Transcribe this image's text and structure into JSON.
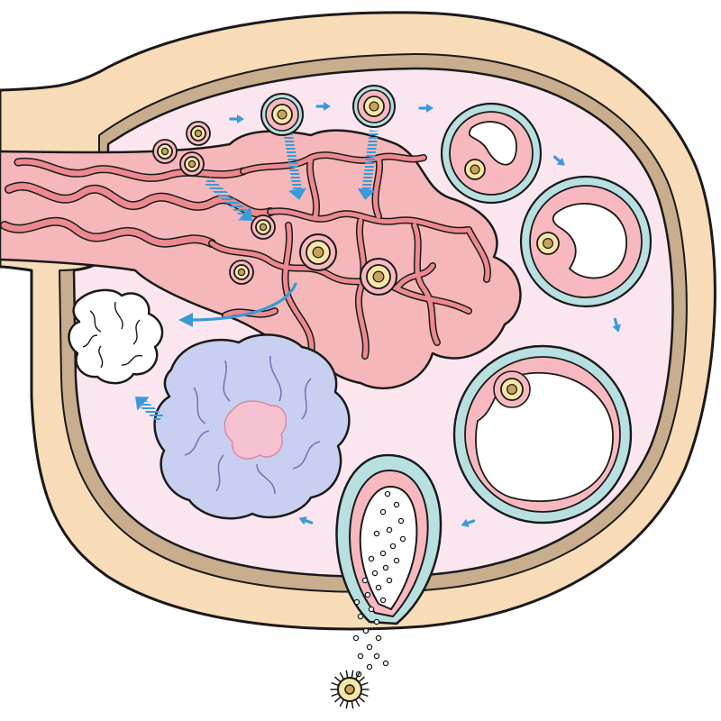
{
  "diagram": {
    "title": "",
    "palette": {
      "tunica": "#f8dcb8",
      "tunica_inner": "#c9ad8f",
      "cortex": "#fbe6ef",
      "medulla": "#f5b7b9",
      "vessel": "#ec8a8f",
      "vessel_light": "#f6b3b5",
      "follicle_theca": "#b9e0e0",
      "follicle_granulosa": "#f7b9bf",
      "oocyte": "#f8e6a8",
      "oocyte_nucleus": "#c9a35a",
      "antrum": "#ffffff",
      "corpus_luteum": "#c9cff0",
      "corpus_luteum_core": "#f6c2d2",
      "corpus_albicans": "#ffffff",
      "arrow": "#3a9ad9"
    },
    "regions": [
      {
        "id": "tunica-albuginea"
      },
      {
        "id": "cortex"
      },
      {
        "id": "medulla"
      },
      {
        "id": "hilum-vessels"
      }
    ],
    "stages": [
      {
        "id": "primordial-follicles"
      },
      {
        "id": "primary-follicle"
      },
      {
        "id": "secondary-follicle"
      },
      {
        "id": "early-antral-follicle"
      },
      {
        "id": "antral-follicle"
      },
      {
        "id": "mature-follicle"
      },
      {
        "id": "ruptured-follicle"
      },
      {
        "id": "released-oocyte"
      },
      {
        "id": "corpus-luteum"
      },
      {
        "id": "corpus-albicans"
      }
    ],
    "sequence_arrows": 10,
    "labels": []
  }
}
